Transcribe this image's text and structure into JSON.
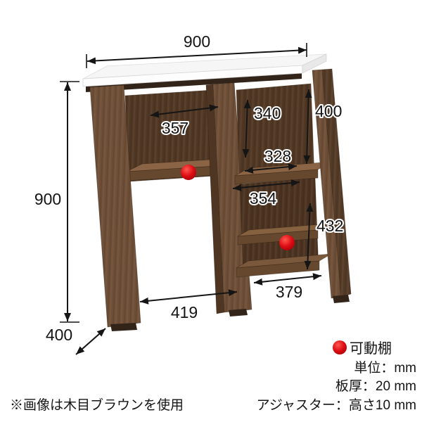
{
  "diagram": {
    "dims": {
      "total_width": "900",
      "total_height": "900",
      "total_depth": "400",
      "left_opening_width": "357",
      "center_opening_height": "340",
      "right_opening_height": "400",
      "right_opening_width": "328",
      "right_shelf_width": "354",
      "right_lower_opening_height": "432",
      "left_bottom_opening_width": "419",
      "right_bottom_opening_width": "379"
    },
    "legend": {
      "movable_shelf": "可動棚",
      "unit": "単位：mm",
      "board_thickness": "板厚：20 mm",
      "adjuster": "アジャスター：高さ10 mm"
    },
    "note": "※画像は木目ブラウンを使用",
    "colors": {
      "movable_shelf_dot": "#dd0d14",
      "dimension_line": "#151515",
      "wood_front": "#6e4e36",
      "wood_back": "#503723",
      "top_board": "#fdfdfd"
    }
  }
}
